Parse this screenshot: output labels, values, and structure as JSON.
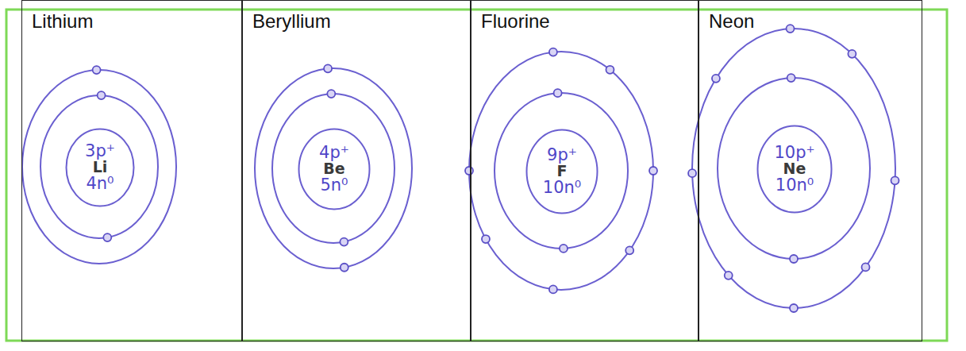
{
  "diagram": {
    "nodes": [
      {
        "text": [
          "Lithium"
        ]
      },
      {
        "text": [
          "3p⁺",
          "Li",
          "4n⁰"
        ],
        "in": 0
      },
      {
        "text": [
          "Beryllium"
        ]
      },
      {
        "text": [
          "4p⁺",
          "Be",
          "5n⁰"
        ],
        "in": 2
      },
      {
        "text": [
          "Fluorine"
        ]
      },
      {
        "text": [
          "9p⁺",
          "F",
          "10n⁰"
        ],
        "in": 4
      },
      {
        "text": [
          "Neon"
        ]
      },
      {
        "text": [
          "10p⁺",
          "Ne",
          "10n⁰"
        ],
        "in": 6
      }
    ]
  }
}
